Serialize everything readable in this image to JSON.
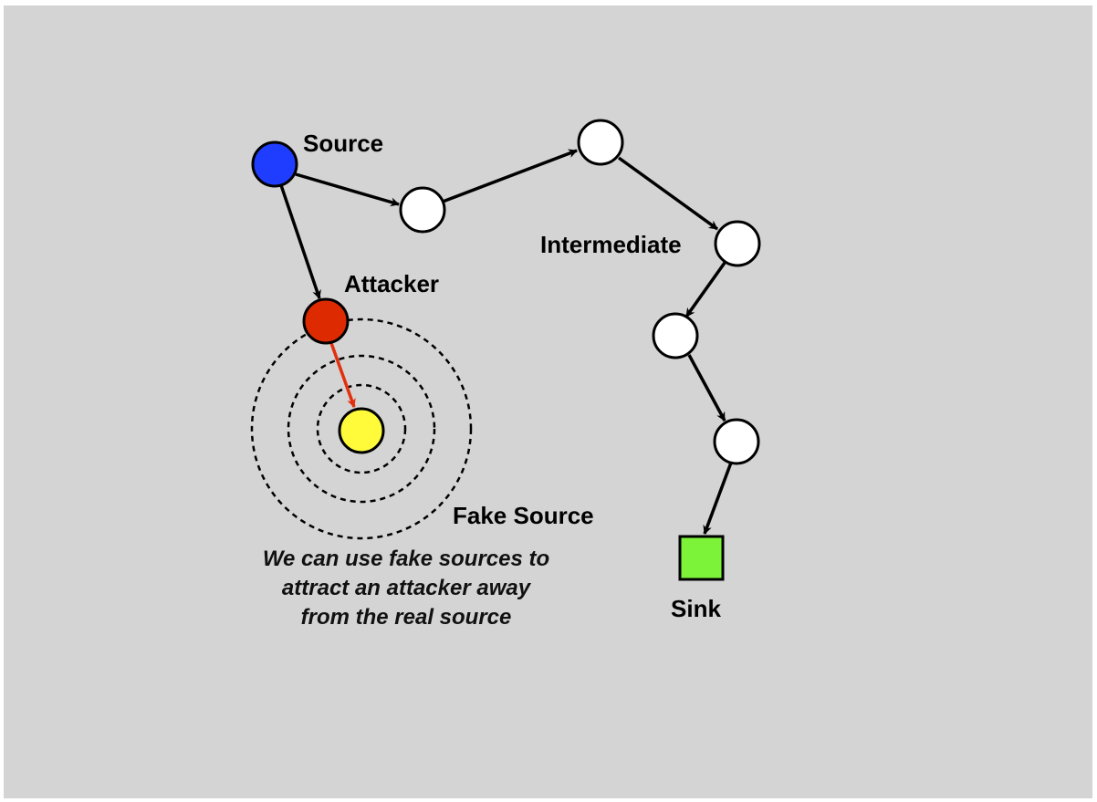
{
  "labels": {
    "source": "Source",
    "attacker": "Attacker",
    "intermediate": "Intermediate",
    "fake_source": "Fake Source",
    "sink": "Sink"
  },
  "note": {
    "line1": "We can use fake sources to",
    "line2": "attract an attacker away",
    "line3": "from the real source"
  },
  "colors": {
    "background": "#d4d4d4",
    "source": "#1f3dff",
    "attacker": "#dd2a00",
    "fake_source": "#fffb3a",
    "sink": "#7cf238",
    "node": "#ffffff",
    "attack_arrow": "#e2300e"
  }
}
